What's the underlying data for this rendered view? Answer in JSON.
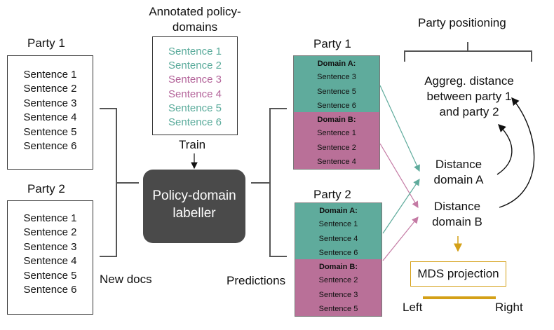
{
  "party1": {
    "title": "Party 1",
    "sentences": [
      "Sentence 1",
      "Sentence 2",
      "Sentence 3",
      "Sentence 4",
      "Sentence 5",
      "Sentence 6"
    ]
  },
  "party2": {
    "title": "Party 2",
    "sentences": [
      "Sentence 1",
      "Sentence 2",
      "Sentence 3",
      "Sentence 4",
      "Sentence 5",
      "Sentence 6"
    ]
  },
  "annotated": {
    "title_line1": "Annotated policy-",
    "title_line2": "domains",
    "sentences": [
      {
        "text": "Sentence 1",
        "domain": "A"
      },
      {
        "text": "Sentence 2",
        "domain": "A"
      },
      {
        "text": "Sentence 3",
        "domain": "B"
      },
      {
        "text": "Sentence 4",
        "domain": "B"
      },
      {
        "text": "Sentence 5",
        "domain": "A"
      },
      {
        "text": "Sentence 6",
        "domain": "A"
      }
    ]
  },
  "train_label": "Train",
  "labeller": {
    "line1": "Policy-domain",
    "line2": "labeller"
  },
  "new_docs_label": "New docs",
  "predictions_label": "Predictions",
  "pred1": {
    "title": "Party 1",
    "domainA": {
      "title": "Domain A:",
      "sentences": [
        "Sentence 3",
        "Sentence 5",
        "Sentence 6"
      ]
    },
    "domainB": {
      "title": "Domain B:",
      "sentences": [
        "Sentence 1",
        "Sentence 2",
        "Sentence 4"
      ]
    }
  },
  "pred2": {
    "title": "Party 2",
    "domainA": {
      "title": "Domain A:",
      "sentences": [
        "Sentence 1",
        "Sentence 4",
        "Sentence 6"
      ]
    },
    "domainB": {
      "title": "Domain B:",
      "sentences": [
        "Sentence 2",
        "Sentence 3",
        "Sentence 5"
      ]
    }
  },
  "party_positioning": "Party positioning",
  "aggreg": {
    "line1": "Aggreg. distance",
    "line2": "between party 1",
    "line3": "and party 2"
  },
  "distA": {
    "line1": "Distance",
    "line2": "domain A"
  },
  "distB": {
    "line1": "Distance",
    "line2": "domain B"
  },
  "mds_label": "MDS projection",
  "left_label": "Left",
  "right_label": "Right",
  "colors": {
    "domainA": "#5fab9c",
    "domainB": "#b97098",
    "annA": "#5aab9b",
    "annB": "#b4649a",
    "labeller": "#4a4a4a",
    "axis": "#d4a017"
  }
}
